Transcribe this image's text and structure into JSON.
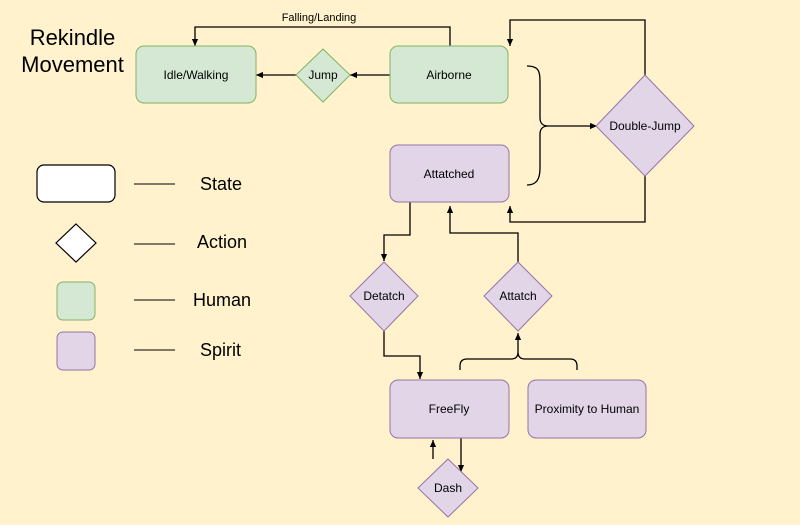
{
  "title": {
    "line1": "Rekindle",
    "line2": "Movement"
  },
  "colors": {
    "background": "#fff2cc",
    "human_fill": "#d5e8d4",
    "human_stroke": "#82b366",
    "spirit_fill": "#e1d5e7",
    "spirit_stroke": "#9673a6",
    "plain_fill": "#ffffff",
    "line": "#000000"
  },
  "nodes": {
    "idle_walking": "Idle/Walking",
    "jump": "Jump",
    "airborne": "Airborne",
    "double_jump": "Double-Jump",
    "attached": "Attatched",
    "detach": "Detatch",
    "attach": "Attatch",
    "freefly": "FreeFly",
    "proximity": "Proximity to Human",
    "dash": "Dash"
  },
  "edge_labels": {
    "falling_landing": "Falling/Landing"
  },
  "legend": {
    "state": "State",
    "action": "Action",
    "human": "Human",
    "spirit": "Spirit"
  }
}
